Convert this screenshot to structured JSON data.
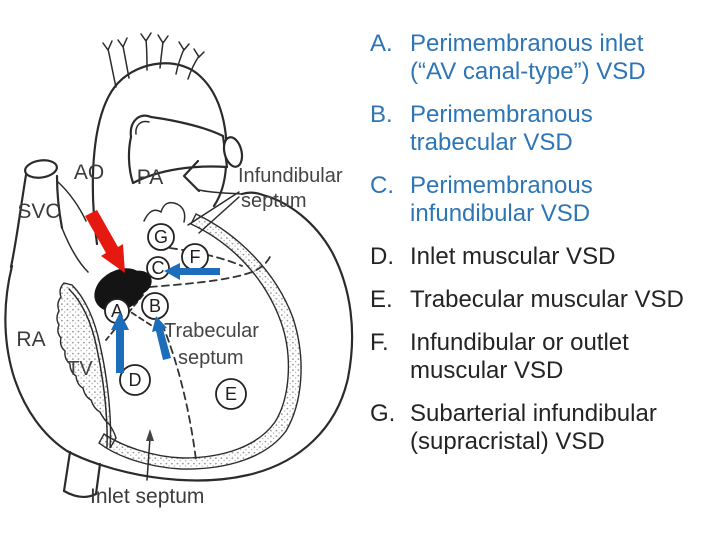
{
  "legend": {
    "items": [
      {
        "letter": "A.",
        "text": "Perimembranous inlet\n(“AV canal-type”) VSD",
        "color": "#2E75B6"
      },
      {
        "letter": "B.",
        "text": "Perimembranous\ntrabecular VSD",
        "color": "#2E75B6"
      },
      {
        "letter": "C.",
        "text": "Perimembranous\ninfundibular VSD",
        "color": "#2E75B6"
      },
      {
        "letter": "D.",
        "text": "Inlet muscular VSD",
        "color": "#242424"
      },
      {
        "letter": "E.",
        "text": "Trabecular muscular VSD",
        "color": "#242424"
      },
      {
        "letter": "F.",
        "text": "Infundibular or outlet\nmuscular VSD",
        "color": "#242424"
      },
      {
        "letter": "G.",
        "text": "Subarterial infundibular\n(supracristal) VSD",
        "color": "#242424"
      }
    ]
  },
  "diagram": {
    "labels": {
      "aorta": "AO",
      "pulmonary_artery": "PA",
      "svc": "SVC",
      "right_atrium": "RA",
      "tricuspid_valve": "TV",
      "infundibular_septum_line1": "Infundibular",
      "infundibular_septum_line2": "septum",
      "trabecular_septum_line1": "Trabecular",
      "trabecular_septum_line2": "septum",
      "inlet_septum": "Inlet septum"
    },
    "markers": {
      "a": "A",
      "b": "B",
      "c": "C",
      "d": "D",
      "e": "E",
      "f": "F",
      "g": "G"
    },
    "colors": {
      "red_arrow": "#E5190F",
      "blue_arrow": "#1C6EBA",
      "defect_fill": "#141414"
    }
  }
}
